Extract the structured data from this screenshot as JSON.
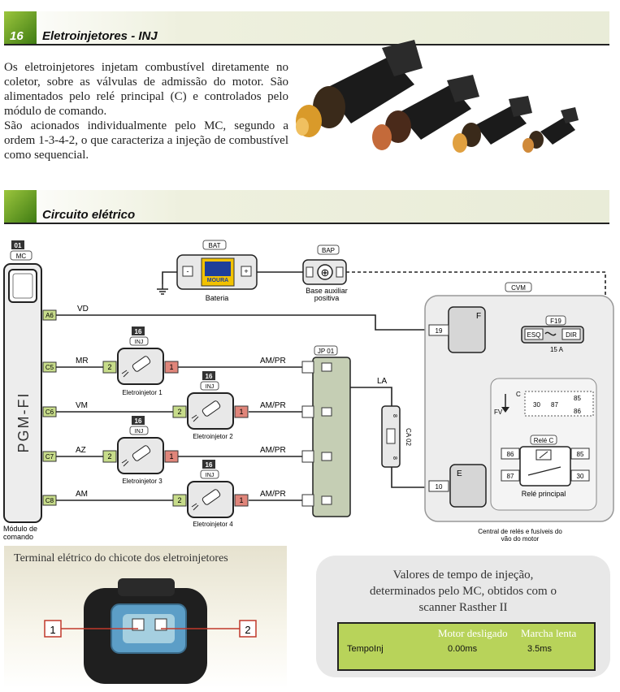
{
  "section1": {
    "number": "16",
    "title": "Eletroinjetores - INJ"
  },
  "intro": [
    "Os eletroinjetores injetam combustível diretamente no coletor, sobre as válvulas de admissão do motor. São alimentados pelo relé principal (C) e controlados pelo módulo de comando.",
    "São acionados individualmente pelo MC, segundo a ordem 1-3-4-2, o que caracteriza a injeção de combustível como sequencial."
  ],
  "section2": {
    "title": "Circuito elétrico"
  },
  "diagram": {
    "mc": {
      "num": "01",
      "tag": "MC",
      "label": "PGM-FI",
      "caption_1": "Módulo de",
      "caption_2": "comando"
    },
    "pins": [
      "A6",
      "C5",
      "C6",
      "C7",
      "C8"
    ],
    "wires": [
      "VD",
      "MR",
      "VM",
      "AZ",
      "AM"
    ],
    "battery": {
      "tag": "BAT",
      "label": "Bateria",
      "brand": "MOURA",
      "minus": "-",
      "plus": "+"
    },
    "bap": {
      "tag": "BAP",
      "label_1": "Base auxiliar",
      "label_2": "positiva"
    },
    "injectors": [
      {
        "num": "16",
        "tag": "INJ",
        "name": "Eletroinjetor 1",
        "pin_left": "2",
        "pin_right": "1"
      },
      {
        "num": "16",
        "tag": "INJ",
        "name": "Eletroinjetor 2",
        "pin_left": "2",
        "pin_right": "1"
      },
      {
        "num": "16",
        "tag": "INJ",
        "name": "Eletroinjetor 3",
        "pin_left": "2",
        "pin_right": "1"
      },
      {
        "num": "16",
        "tag": "INJ",
        "name": "Eletroinjetor 4",
        "pin_left": "2",
        "pin_right": "1"
      }
    ],
    "ampr": "AM/PR",
    "jp": "JP 01",
    "la": "LA",
    "ca": "CA 02",
    "ca_pins": [
      "8",
      "8"
    ],
    "cvm": {
      "tag": "CVM",
      "f": "F",
      "f_pin": "19",
      "e": "E",
      "e_pin": "10",
      "fuse": "F19",
      "fuse_amp": "15 A",
      "esq": "ESQ",
      "dir": "DIR",
      "rele_tag": "Relé C",
      "rele_name": "Relé principal",
      "rele_pins": [
        "86",
        "87",
        "85",
        "30"
      ],
      "contacts": [
        "C",
        "30",
        "87",
        "85",
        "86"
      ],
      "fv": "FV",
      "caption_1": "Central de relés e fusíveis do",
      "caption_2": "vão do motor"
    }
  },
  "terminal": {
    "title": "Terminal elétrico do chicote dos eletroinjetores",
    "pin1": "1",
    "pin2": "2"
  },
  "values": {
    "title_1": "Valores de tempo de injeção,",
    "title_2": "determinados pelo MC, obtidos com o",
    "title_3": "scanner Rasther II",
    "col1": "Motor desligado",
    "col2": "Marcha lenta",
    "param": "TempoInj",
    "v1": "0.00ms",
    "v2": "3.5ms"
  },
  "colors": {
    "accent_green": "#6aa22a",
    "connector_green": "#c7dc8a",
    "pin_red": "#e0857a",
    "scanner_green": "#b8d35a"
  }
}
